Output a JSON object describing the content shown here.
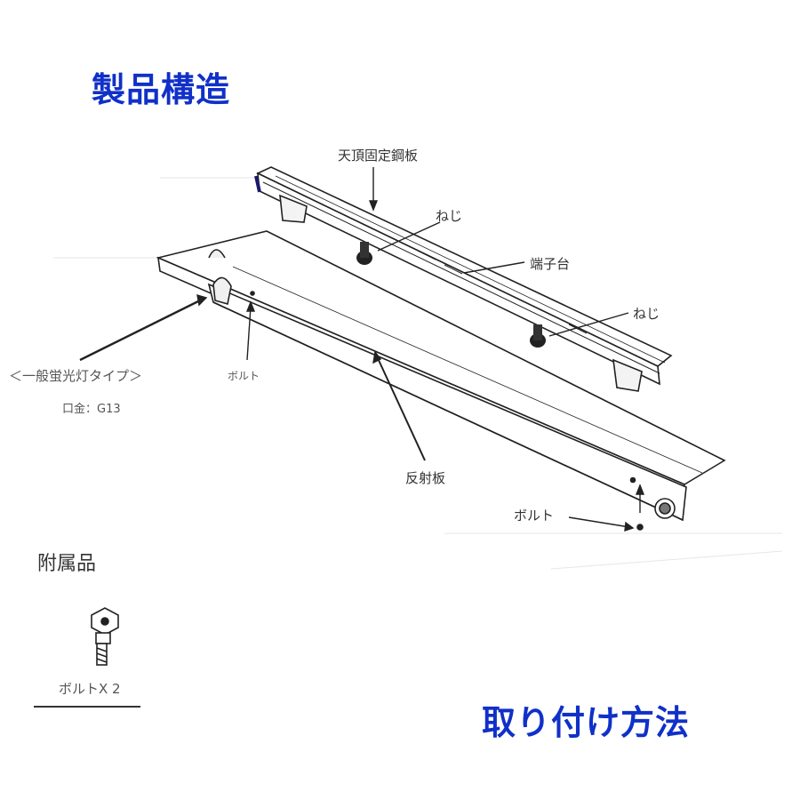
{
  "headings": {
    "structure": "製品構造",
    "installation": "取り付け方法"
  },
  "labels": {
    "ceiling_plate": "天頂固定鋼板",
    "screw_1": "ねじ",
    "terminal_block": "端子台",
    "screw_2": "ねじ",
    "lamp_type": "＜一般蛍光灯タイプ＞",
    "base": "口金：G13",
    "bolt_1": "ボルト",
    "reflector": "反射板",
    "bolt_2": "ボルト"
  },
  "accessories": {
    "title": "附属品",
    "item": "ボルトX 2"
  },
  "colors": {
    "heading": "#1030c8",
    "line": "#222222"
  }
}
